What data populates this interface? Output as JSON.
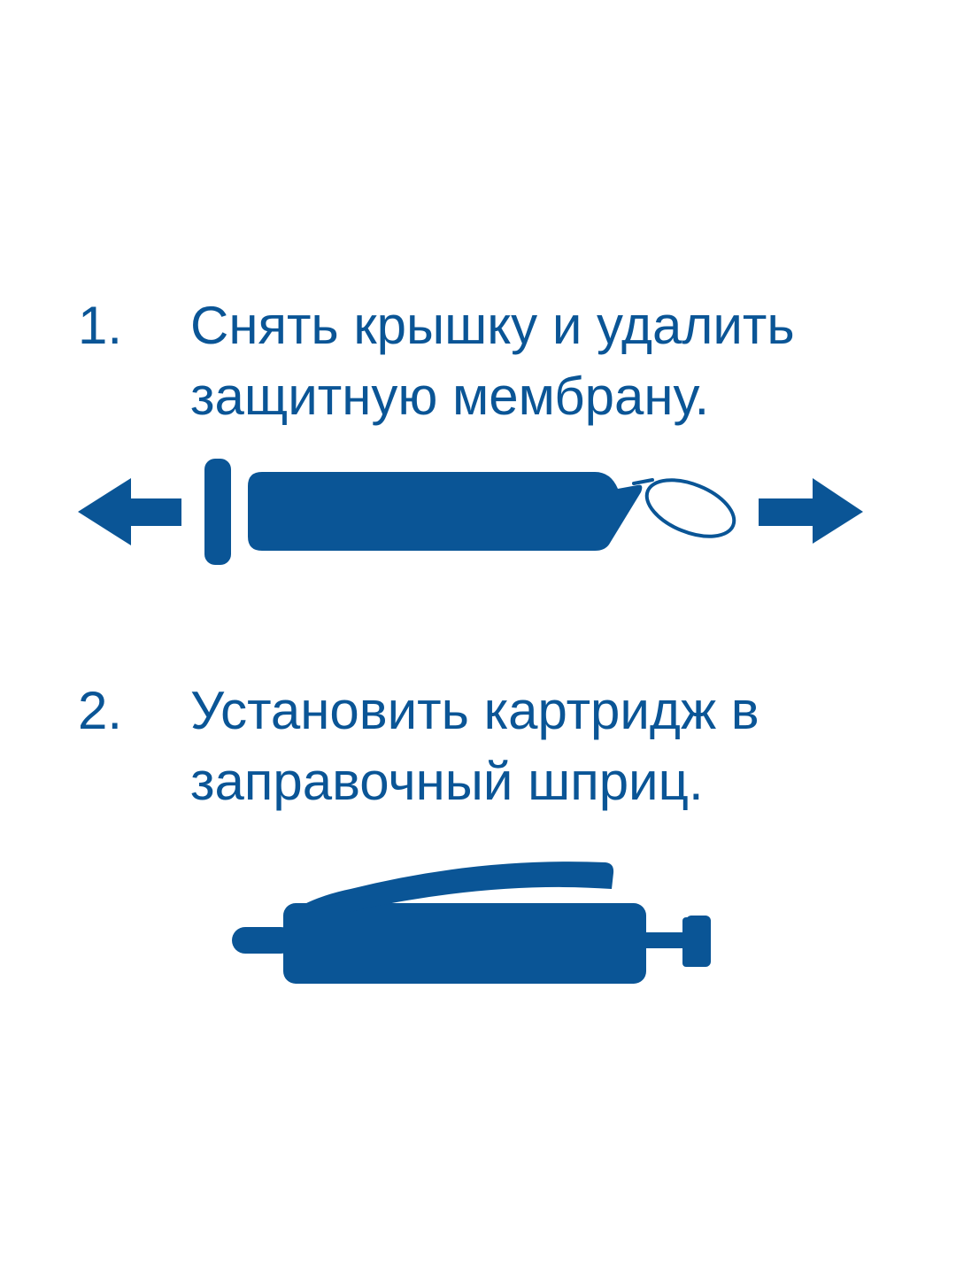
{
  "colors": {
    "primary": "#0a5596",
    "background": "#ffffff"
  },
  "steps": [
    {
      "number": "1.",
      "lines": [
        "Снять крышку и удалить",
        "защитную мембрану."
      ],
      "illustration": "cartridge-cap-membrane-removal-icon"
    },
    {
      "number": "2.",
      "lines": [
        "Установить картридж в",
        "заправочный шприц."
      ],
      "illustration": "cartridge-in-refill-syringe-icon"
    }
  ]
}
